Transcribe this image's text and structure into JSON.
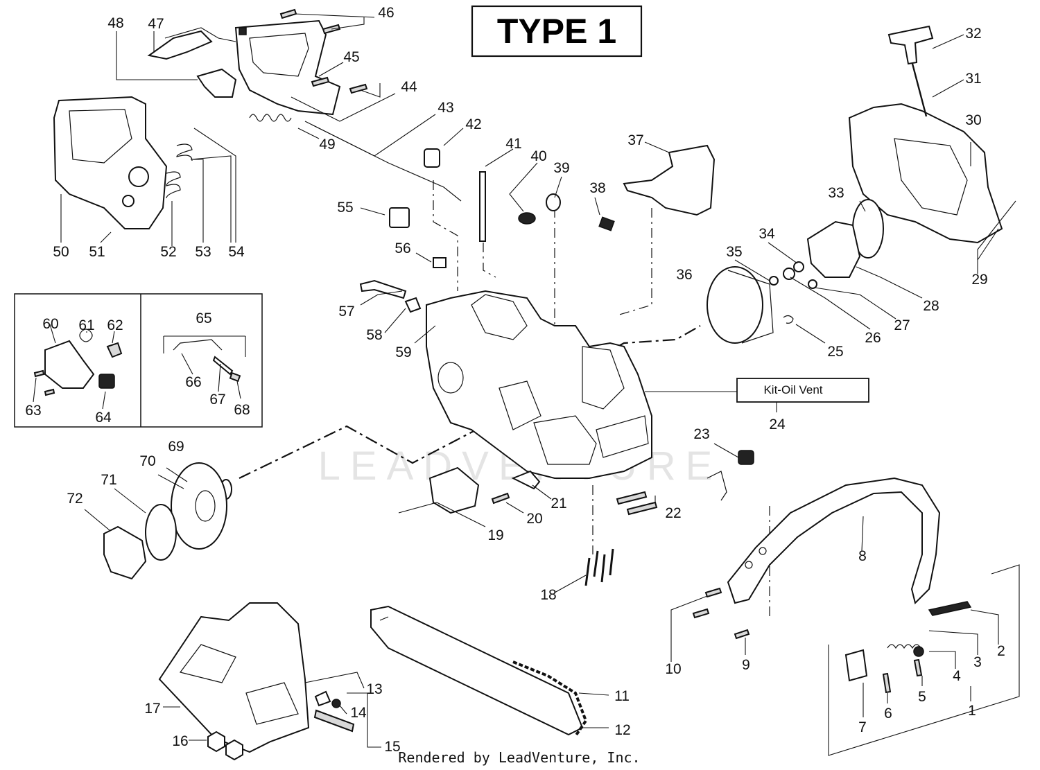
{
  "diagram": {
    "title": "TYPE 1",
    "kit_label": "Kit-Oil Vent",
    "watermark": "LEADVENTURE",
    "footer": "Rendered by LeadVenture, Inc.",
    "callouts": {
      "c1": "1",
      "c2": "2",
      "c3": "3",
      "c4": "4",
      "c5": "5",
      "c6": "6",
      "c7": "7",
      "c8": "8",
      "c9": "9",
      "c10": "10",
      "c11": "11",
      "c12": "12",
      "c13": "13",
      "c14": "14",
      "c15": "15",
      "c16": "16",
      "c17": "17",
      "c18": "18",
      "c19": "19",
      "c20": "20",
      "c21": "21",
      "c22": "22",
      "c23": "23",
      "c24": "24",
      "c25": "25",
      "c26": "26",
      "c27": "27",
      "c28": "28",
      "c29": "29",
      "c30": "30",
      "c31": "31",
      "c32": "32",
      "c33": "33",
      "c34": "34",
      "c35": "35",
      "c36": "36",
      "c37": "37",
      "c38": "38",
      "c39": "39",
      "c40": "40",
      "c41": "41",
      "c42": "42",
      "c43": "43",
      "c44": "44",
      "c45": "45",
      "c46": "46",
      "c47": "47",
      "c48": "48",
      "c49": "49",
      "c50": "50",
      "c51": "51",
      "c52": "52",
      "c53": "53",
      "c54": "54",
      "c55": "55",
      "c56": "56",
      "c57": "57",
      "c58": "58",
      "c59": "59",
      "c60": "60",
      "c61": "61",
      "c62": "62",
      "c63": "63",
      "c64": "64",
      "c65": "65",
      "c66": "66",
      "c67": "67",
      "c68": "68",
      "c69": "69",
      "c70": "70",
      "c71": "71",
      "c72": "72"
    }
  }
}
